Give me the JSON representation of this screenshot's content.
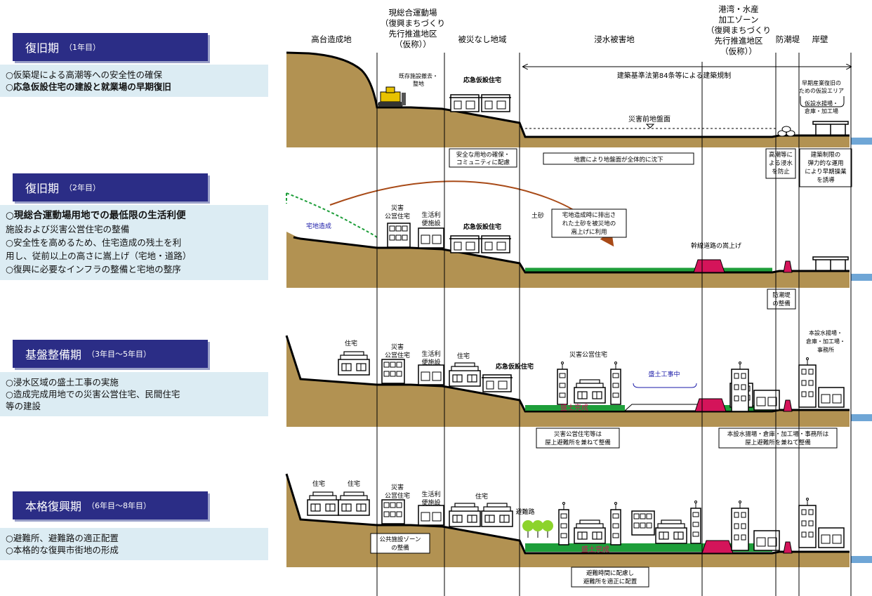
{
  "phases": [
    {
      "title": "復旧期",
      "period": "（1年目）",
      "lines": [
        "○仮築堤による高潮等への安全性の確保",
        "○応急仮設住宅の建設と就業場の早期復旧"
      ]
    },
    {
      "title": "復旧期",
      "period": "（2年目）",
      "lines": [
        "○現総合運動場用地での最低限の生活利便",
        "施設および災害公営住宅の整備",
        "○安全性を高めるため、住宅造成の残土を利",
        "用し、従前以上の高さに嵩上げ（宅地・道路）",
        "○復興に必要なインフラの整備と宅地の整序"
      ]
    },
    {
      "title": "基盤整備期",
      "period": "（3年目～5年目）",
      "lines": [
        "○浸水区域の盛土工事の実施",
        "○造成完成用地での災害公営住宅、民間住宅",
        "等の建設"
      ]
    },
    {
      "title": "本格復興期",
      "period": "（6年目～8年目）",
      "lines": [
        "○避難所、避難路の適正配置",
        "○本格的な復興市街地の形成"
      ]
    }
  ],
  "columns": {
    "c1": "高台造成地",
    "c2": [
      "現総合運動場",
      "（復興まちづくり",
      "先行推進地区",
      "（仮称））"
    ],
    "c3": "被災なし地域",
    "c4": "浸水被害地",
    "c5": [
      "港湾・水産",
      "加工ゾーン",
      "（復興まちづくり",
      "先行推進地区",
      "（仮称））"
    ],
    "c6": "防潮堤",
    "c7": "岸壁"
  },
  "p1": {
    "demolish": [
      "既存施設撤去・",
      "整地"
    ],
    "temp_housing": "応急仮設住宅",
    "law": "建築基準法第84条等による建築規制",
    "early": [
      "早期産業復旧の",
      "ための仮設エリア"
    ],
    "temp_fish": [
      "仮設水揚場・",
      "倉庫・加工場"
    ],
    "ground": "災害前地盤面",
    "note_land": [
      "安全な用地の確保・",
      "コミュニティに配慮"
    ],
    "note_sink": "地震により地盤面が全体的に沈下",
    "note_tide": [
      "高潮等に",
      "よる浸水",
      "を防止"
    ],
    "note_flex": [
      "建築制限の",
      "弾力的な運用",
      "により早期操業",
      "を誘導"
    ]
  },
  "p2": {
    "takuchi": "宅地造成",
    "disaster_housing": [
      "災害",
      "公営住宅"
    ],
    "convenience": [
      "生活利",
      "便施設"
    ],
    "temp_housing": "応急仮設住宅",
    "soil": "土砂",
    "soil_note": [
      "宅地造成時に排出さ",
      "れた土砂を被災地の",
      "嵩上げに利用"
    ],
    "road": "幹線道路の嵩上げ",
    "seawall": [
      "防潮堤",
      "の整備"
    ]
  },
  "p3": {
    "house": "住宅",
    "disaster_housing": [
      "災害",
      "公営住宅"
    ],
    "convenience": [
      "生活利",
      "便施設"
    ],
    "house2": "住宅",
    "temp_housing": "応急仮設住宅",
    "disaster_housing2": "災害公営住宅",
    "fill_work": "盛土工事中",
    "fill_done": "盛土完成",
    "fish": [
      "本設水揚場・",
      "倉庫・加工場・",
      "事務所"
    ],
    "note_housing": [
      "災害公営住宅等は",
      "屋上避難所を兼ねて整備"
    ],
    "note_fish": [
      "本設水揚場・倉庫・加工場・事務所は",
      "屋上避難所を兼ねて整備"
    ]
  },
  "p4": {
    "house1": "住宅",
    "house2": "住宅",
    "disaster_housing": [
      "災害",
      "公営住宅"
    ],
    "convenience": [
      "生活利",
      "便施設"
    ],
    "house3": "住宅",
    "evac_road": "避難路",
    "fill_done": "盛土完成",
    "public_zone": [
      "公共施設ゾーン",
      "の整備"
    ],
    "note_evac": [
      "避難時間に配慮し",
      "避難所を適正に配置"
    ]
  },
  "colors": {
    "title_bg": "#2b2d86",
    "desc_bg": "#dcecf3",
    "ground": "#b29252",
    "green": "#1e9e3a",
    "red": "#d4145a",
    "brown_arrow": "#a84a17"
  }
}
